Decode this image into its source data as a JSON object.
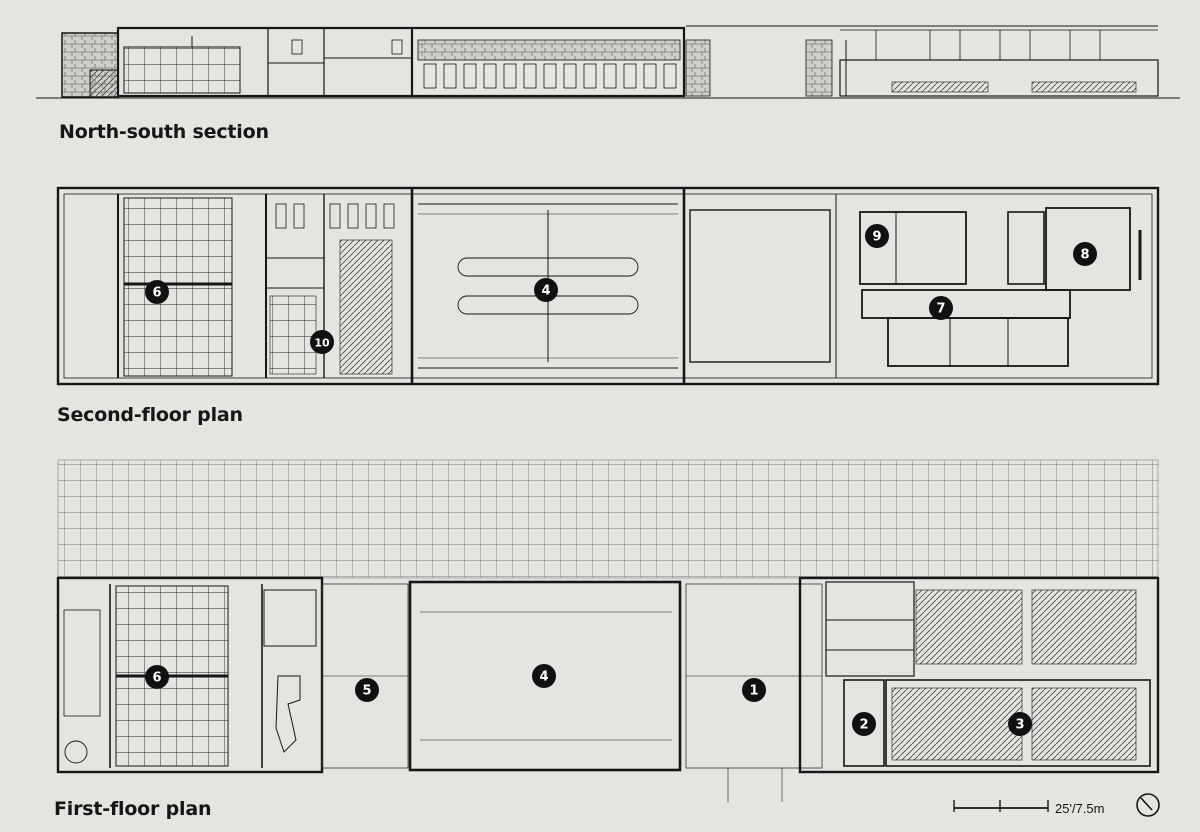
{
  "titles": {
    "section": "North-south section",
    "second_floor": "Second-floor plan",
    "first_floor": "First-floor plan"
  },
  "scale": {
    "label": "25'/7.5m"
  },
  "second_floor_tags": [
    "6",
    "10",
    "4",
    "9",
    "7",
    "8"
  ],
  "first_floor_tags": [
    "6",
    "5",
    "4",
    "1",
    "2",
    "3"
  ],
  "colors": {
    "paper": "#e4e4e1",
    "ink": "#161616",
    "marker_fill": "#111111",
    "marker_text": "#ffffff"
  }
}
